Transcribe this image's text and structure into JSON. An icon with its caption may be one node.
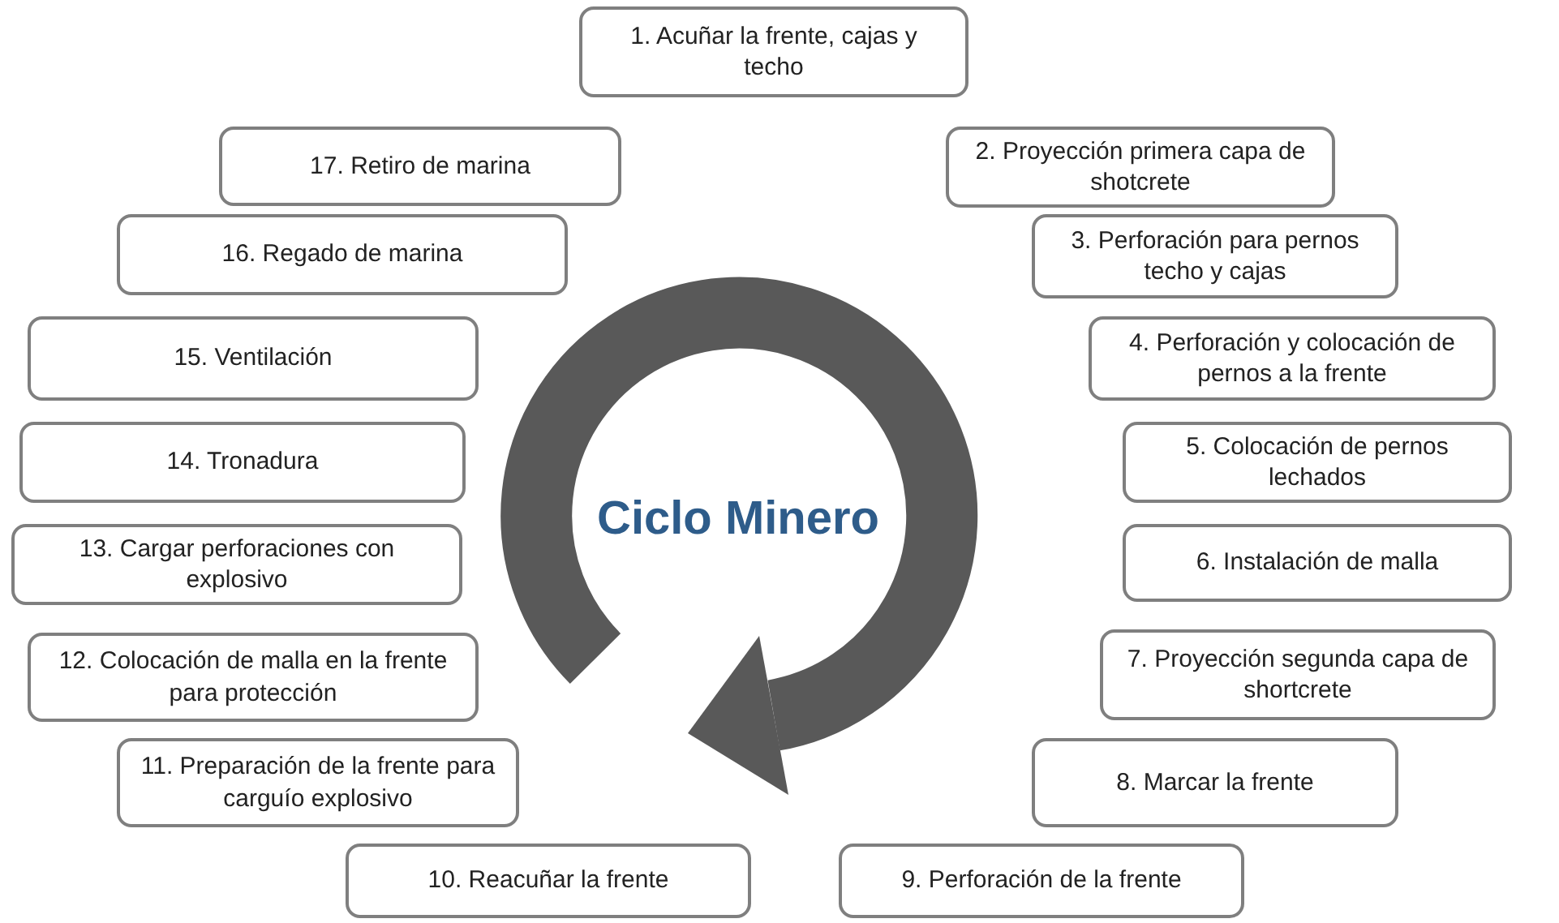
{
  "diagram": {
    "nodes": [
      {
        "text": [
          "Ciclo Minero"
        ]
      },
      {
        "text": [
          "1. Acuñar la frente, cajas y techo"
        ]
      },
      {
        "text": [
          "2. Proyección primera capa de shotcrete"
        ]
      },
      {
        "text": [
          "3. Perforación para pernos techo y cajas"
        ]
      },
      {
        "text": [
          "4. Perforación y colocación de pernos a la frente"
        ]
      },
      {
        "text": [
          "5. Colocación de pernos lechados"
        ]
      },
      {
        "text": [
          "6. Instalación de malla"
        ]
      },
      {
        "text": [
          "7. Proyección segunda capa de shortcrete"
        ]
      },
      {
        "text": [
          "8. Marcar la frente"
        ]
      },
      {
        "text": [
          "9. Perforación de la frente"
        ]
      },
      {
        "text": [
          "10. Reacuñar la frente"
        ]
      },
      {
        "text": [
          "11. Preparación de la frente para carguío explosivo"
        ]
      },
      {
        "text": [
          "12. Colocación de malla en la frente para protección"
        ]
      },
      {
        "text": [
          "13. Cargar perforaciones con explosivo"
        ]
      },
      {
        "text": [
          "14. Tronadura"
        ]
      },
      {
        "text": [
          "15. Ventilación"
        ]
      },
      {
        "text": [
          "16. Regado de marina"
        ]
      },
      {
        "text": [
          "17. Retiro de marina"
        ]
      }
    ]
  }
}
